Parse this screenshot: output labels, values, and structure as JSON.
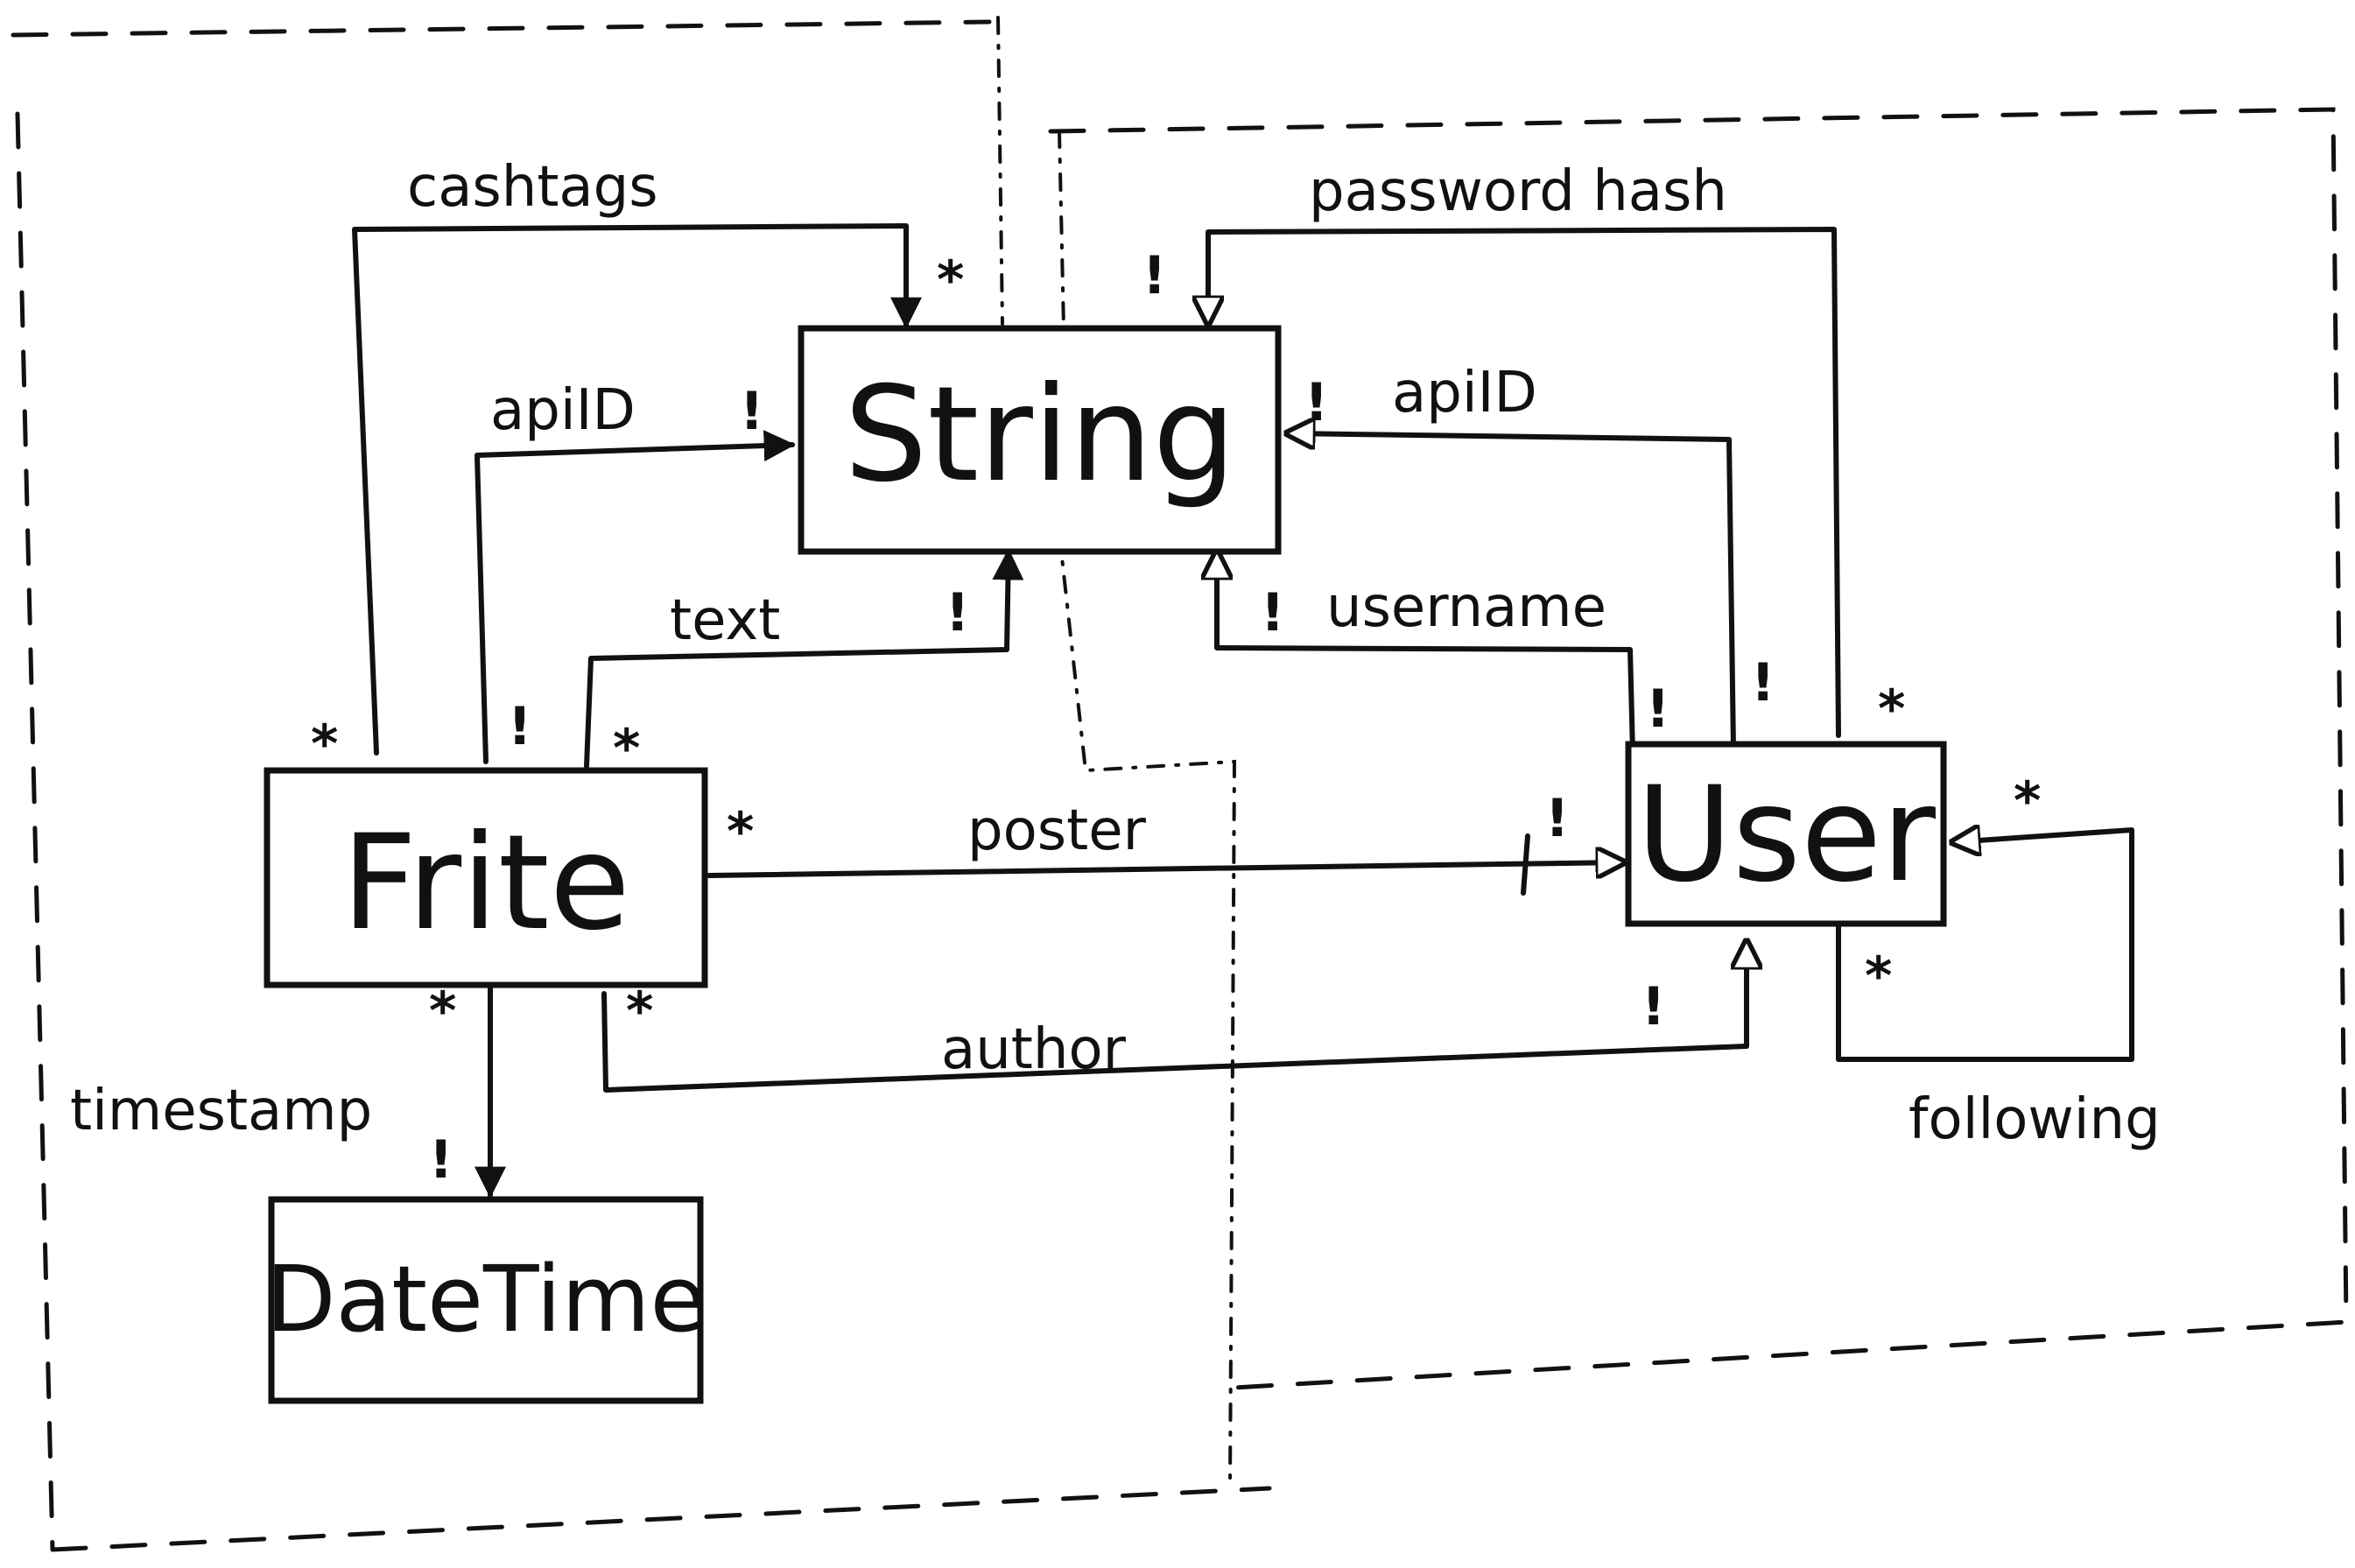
{
  "nodes": {
    "string": "String",
    "frite": "Frite",
    "user": "User",
    "datetime": "DateTime"
  },
  "edges": {
    "cashtags": "cashtags",
    "frite_api_id": "apiID",
    "text": "text",
    "timestamp": "timestamp",
    "poster": "poster",
    "author": "author",
    "password_hash": "password hash",
    "user_api_id": "apiID",
    "username": "username",
    "following": "following"
  },
  "multiplicities": {
    "many": "*",
    "one": "!"
  }
}
